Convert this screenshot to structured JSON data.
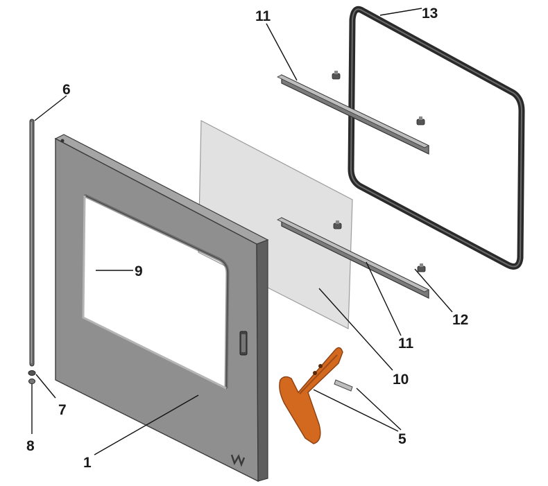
{
  "callouts": {
    "door_panel": "1",
    "handle": "5",
    "hinge_rod": "6",
    "washer": "7",
    "pin": "8",
    "window_opening": "9",
    "glass_pane": "10",
    "clamp_top": "11",
    "clamp_bottom": "11",
    "screw": "12",
    "gasket": "13"
  },
  "colors": {
    "door_face": "#8f8f8f",
    "door_edge": "#5e5e5e",
    "door_outline": "#3a3a3a",
    "glass": "#dcdcdc",
    "gasket": "#2a2a2a",
    "handle": "#d2691e",
    "handle_dark": "#8b3f12",
    "rod": "#6b6b6b"
  },
  "icons": {
    "brand_mark": "kk-logo-icon"
  }
}
